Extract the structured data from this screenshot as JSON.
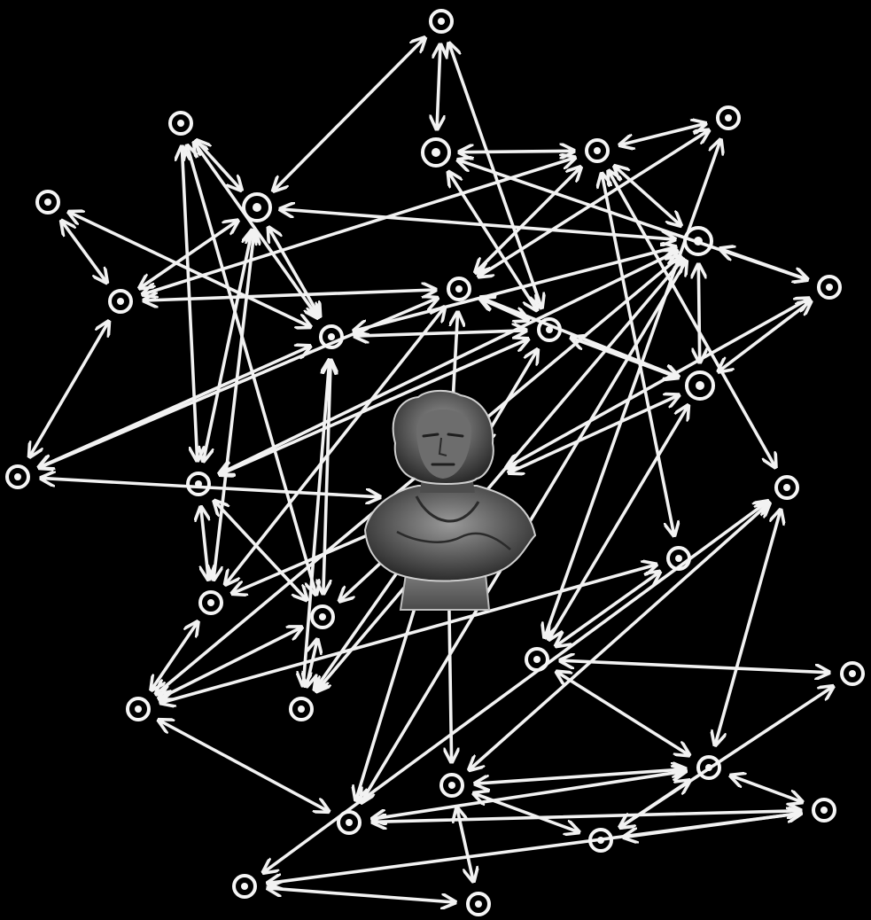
{
  "diagram": {
    "type": "network",
    "background": "#000000",
    "line_color": "#f2f2f2",
    "center_figure": "bust-statue-image",
    "nodes": [
      {
        "id": "n1"
      },
      {
        "id": "n2"
      },
      {
        "id": "n3"
      },
      {
        "id": "n4"
      },
      {
        "id": "n5"
      },
      {
        "id": "n6"
      },
      {
        "id": "n7"
      },
      {
        "id": "n8"
      },
      {
        "id": "n9"
      },
      {
        "id": "n10"
      },
      {
        "id": "n11"
      },
      {
        "id": "n12"
      },
      {
        "id": "n13"
      },
      {
        "id": "n14"
      },
      {
        "id": "n15"
      },
      {
        "id": "n16"
      },
      {
        "id": "n17"
      },
      {
        "id": "n18"
      },
      {
        "id": "n19"
      },
      {
        "id": "n20"
      },
      {
        "id": "n21"
      },
      {
        "id": "n22"
      },
      {
        "id": "n23"
      },
      {
        "id": "n24"
      },
      {
        "id": "n25"
      },
      {
        "id": "n26"
      },
      {
        "id": "n27"
      },
      {
        "id": "n28"
      },
      {
        "id": "n29"
      },
      {
        "id": "n30"
      },
      {
        "id": "n31"
      },
      {
        "id": "bust"
      }
    ],
    "edges": [
      [
        "n1",
        "n3"
      ],
      [
        "n1",
        "n7"
      ],
      [
        "n1",
        "n13"
      ],
      [
        "n2",
        "n3"
      ],
      [
        "n2",
        "n6"
      ],
      [
        "n2",
        "n10"
      ],
      [
        "n2",
        "n14"
      ],
      [
        "n3",
        "n5"
      ],
      [
        "n3",
        "n6"
      ],
      [
        "n3",
        "n10"
      ],
      [
        "n3",
        "n15"
      ],
      [
        "n3",
        "n16"
      ],
      [
        "n4",
        "n5"
      ],
      [
        "n4",
        "n6"
      ],
      [
        "n5",
        "n8"
      ],
      [
        "n5",
        "n11"
      ],
      [
        "n5",
        "n12"
      ],
      [
        "n6",
        "n11"
      ],
      [
        "n6",
        "n13"
      ],
      [
        "n6",
        "n14"
      ],
      [
        "n6",
        "n16"
      ],
      [
        "n6",
        "n20"
      ],
      [
        "n7",
        "n8"
      ],
      [
        "n7",
        "n13"
      ],
      [
        "n7",
        "n19"
      ],
      [
        "n8",
        "n9"
      ],
      [
        "n8",
        "n12"
      ],
      [
        "n8",
        "n16"
      ],
      [
        "n8",
        "n22"
      ],
      [
        "n8",
        "n23"
      ],
      [
        "n9",
        "n12"
      ],
      [
        "n9",
        "n24"
      ],
      [
        "n10",
        "n13"
      ],
      [
        "n10",
        "n14"
      ],
      [
        "n10",
        "n15"
      ],
      [
        "n10",
        "n16"
      ],
      [
        "n11",
        "n12"
      ],
      [
        "n11",
        "bust"
      ],
      [
        "n12",
        "n13"
      ],
      [
        "n12",
        "n15"
      ],
      [
        "n12",
        "n17"
      ],
      [
        "n12",
        "bust"
      ],
      [
        "n13",
        "n17"
      ],
      [
        "n13",
        "bust"
      ],
      [
        "n14",
        "n18"
      ],
      [
        "n14",
        "n20"
      ],
      [
        "n14",
        "bust"
      ],
      [
        "n15",
        "n18"
      ],
      [
        "n15",
        "bust"
      ],
      [
        "n16",
        "n17"
      ],
      [
        "n16",
        "n18"
      ],
      [
        "n16",
        "n19"
      ],
      [
        "n16",
        "n20"
      ],
      [
        "n16",
        "n21"
      ],
      [
        "n17",
        "n19"
      ],
      [
        "n17",
        "n24"
      ],
      [
        "n17",
        "bust"
      ],
      [
        "n18",
        "n21"
      ],
      [
        "n18",
        "n23"
      ],
      [
        "n19",
        "bust"
      ],
      [
        "n20",
        "bust"
      ],
      [
        "n21",
        "n25"
      ],
      [
        "n21",
        "n31"
      ],
      [
        "n21",
        "bust"
      ],
      [
        "n22",
        "n25"
      ],
      [
        "n22",
        "n26"
      ],
      [
        "n22",
        "n28"
      ],
      [
        "n23",
        "n24"
      ],
      [
        "n24",
        "n25"
      ],
      [
        "n24",
        "n30"
      ],
      [
        "n25",
        "n28"
      ],
      [
        "n25",
        "n29"
      ],
      [
        "n25",
        "n31"
      ],
      [
        "n26",
        "n27"
      ],
      [
        "n26",
        "n31"
      ],
      [
        "n27",
        "n28"
      ],
      [
        "n28",
        "n29"
      ],
      [
        "n28",
        "bust"
      ],
      [
        "n29",
        "n30"
      ],
      [
        "n29",
        "n31"
      ],
      [
        "n30"
      ]
    ]
  }
}
